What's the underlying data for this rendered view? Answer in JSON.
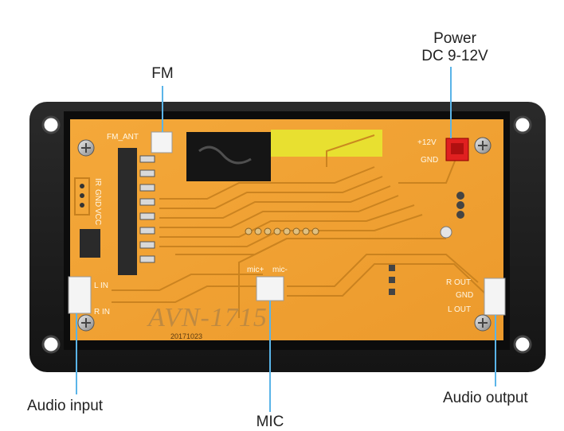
{
  "callouts": {
    "power_line1": "Power",
    "power_line2": "DC 9-12V",
    "fm": "FM",
    "audio_input": "Audio input",
    "mic": "MIC",
    "audio_output": "Audio output"
  },
  "board": {
    "model": "AVN-1715",
    "date_code": "20171023",
    "labels": {
      "fm_ant": "FM_ANT",
      "plus12v": "+12V",
      "gnd_power": "GND",
      "ir": "IR",
      "gnd_ir": "GND",
      "vcc": "VCC",
      "l_in": "L IN",
      "r_in": "R IN",
      "mic_plus": "mic+",
      "mic_minus": "mic-",
      "r_out": "R OUT",
      "gnd_out": "GND",
      "l_out": "L OUT"
    }
  },
  "colors": {
    "pcb": "#f0a032",
    "frame": "#1b1b1b",
    "leader_line": "#5ab4e8",
    "connector_red": "#e02020",
    "connector_white": "#f4f4f4"
  }
}
